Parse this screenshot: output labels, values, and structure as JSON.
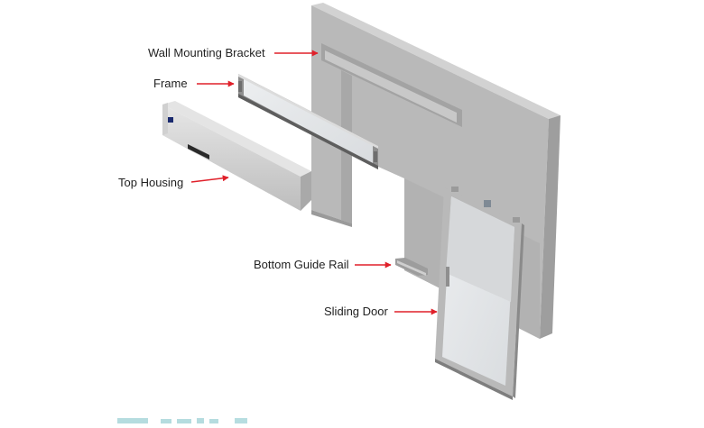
{
  "labels": {
    "wall_mounting_bracket": "Wall Mounting Bracket",
    "frame": "Frame",
    "top_housing": "Top Housing",
    "bottom_guide_rail": "Bottom Guide Rail",
    "sliding_door": "Sliding Door"
  },
  "colors": {
    "arrow": "#e0202a",
    "wall_face": "#b9b9b9",
    "wall_side": "#9e9e9e",
    "wall_top": "#d2d2d2",
    "metal_light": "#dcdcdc",
    "metal_mid": "#bdbdbd",
    "metal_dark": "#8f8f8f",
    "glass": "#e6e8ea",
    "footer_accent": "#7ac1c6"
  }
}
